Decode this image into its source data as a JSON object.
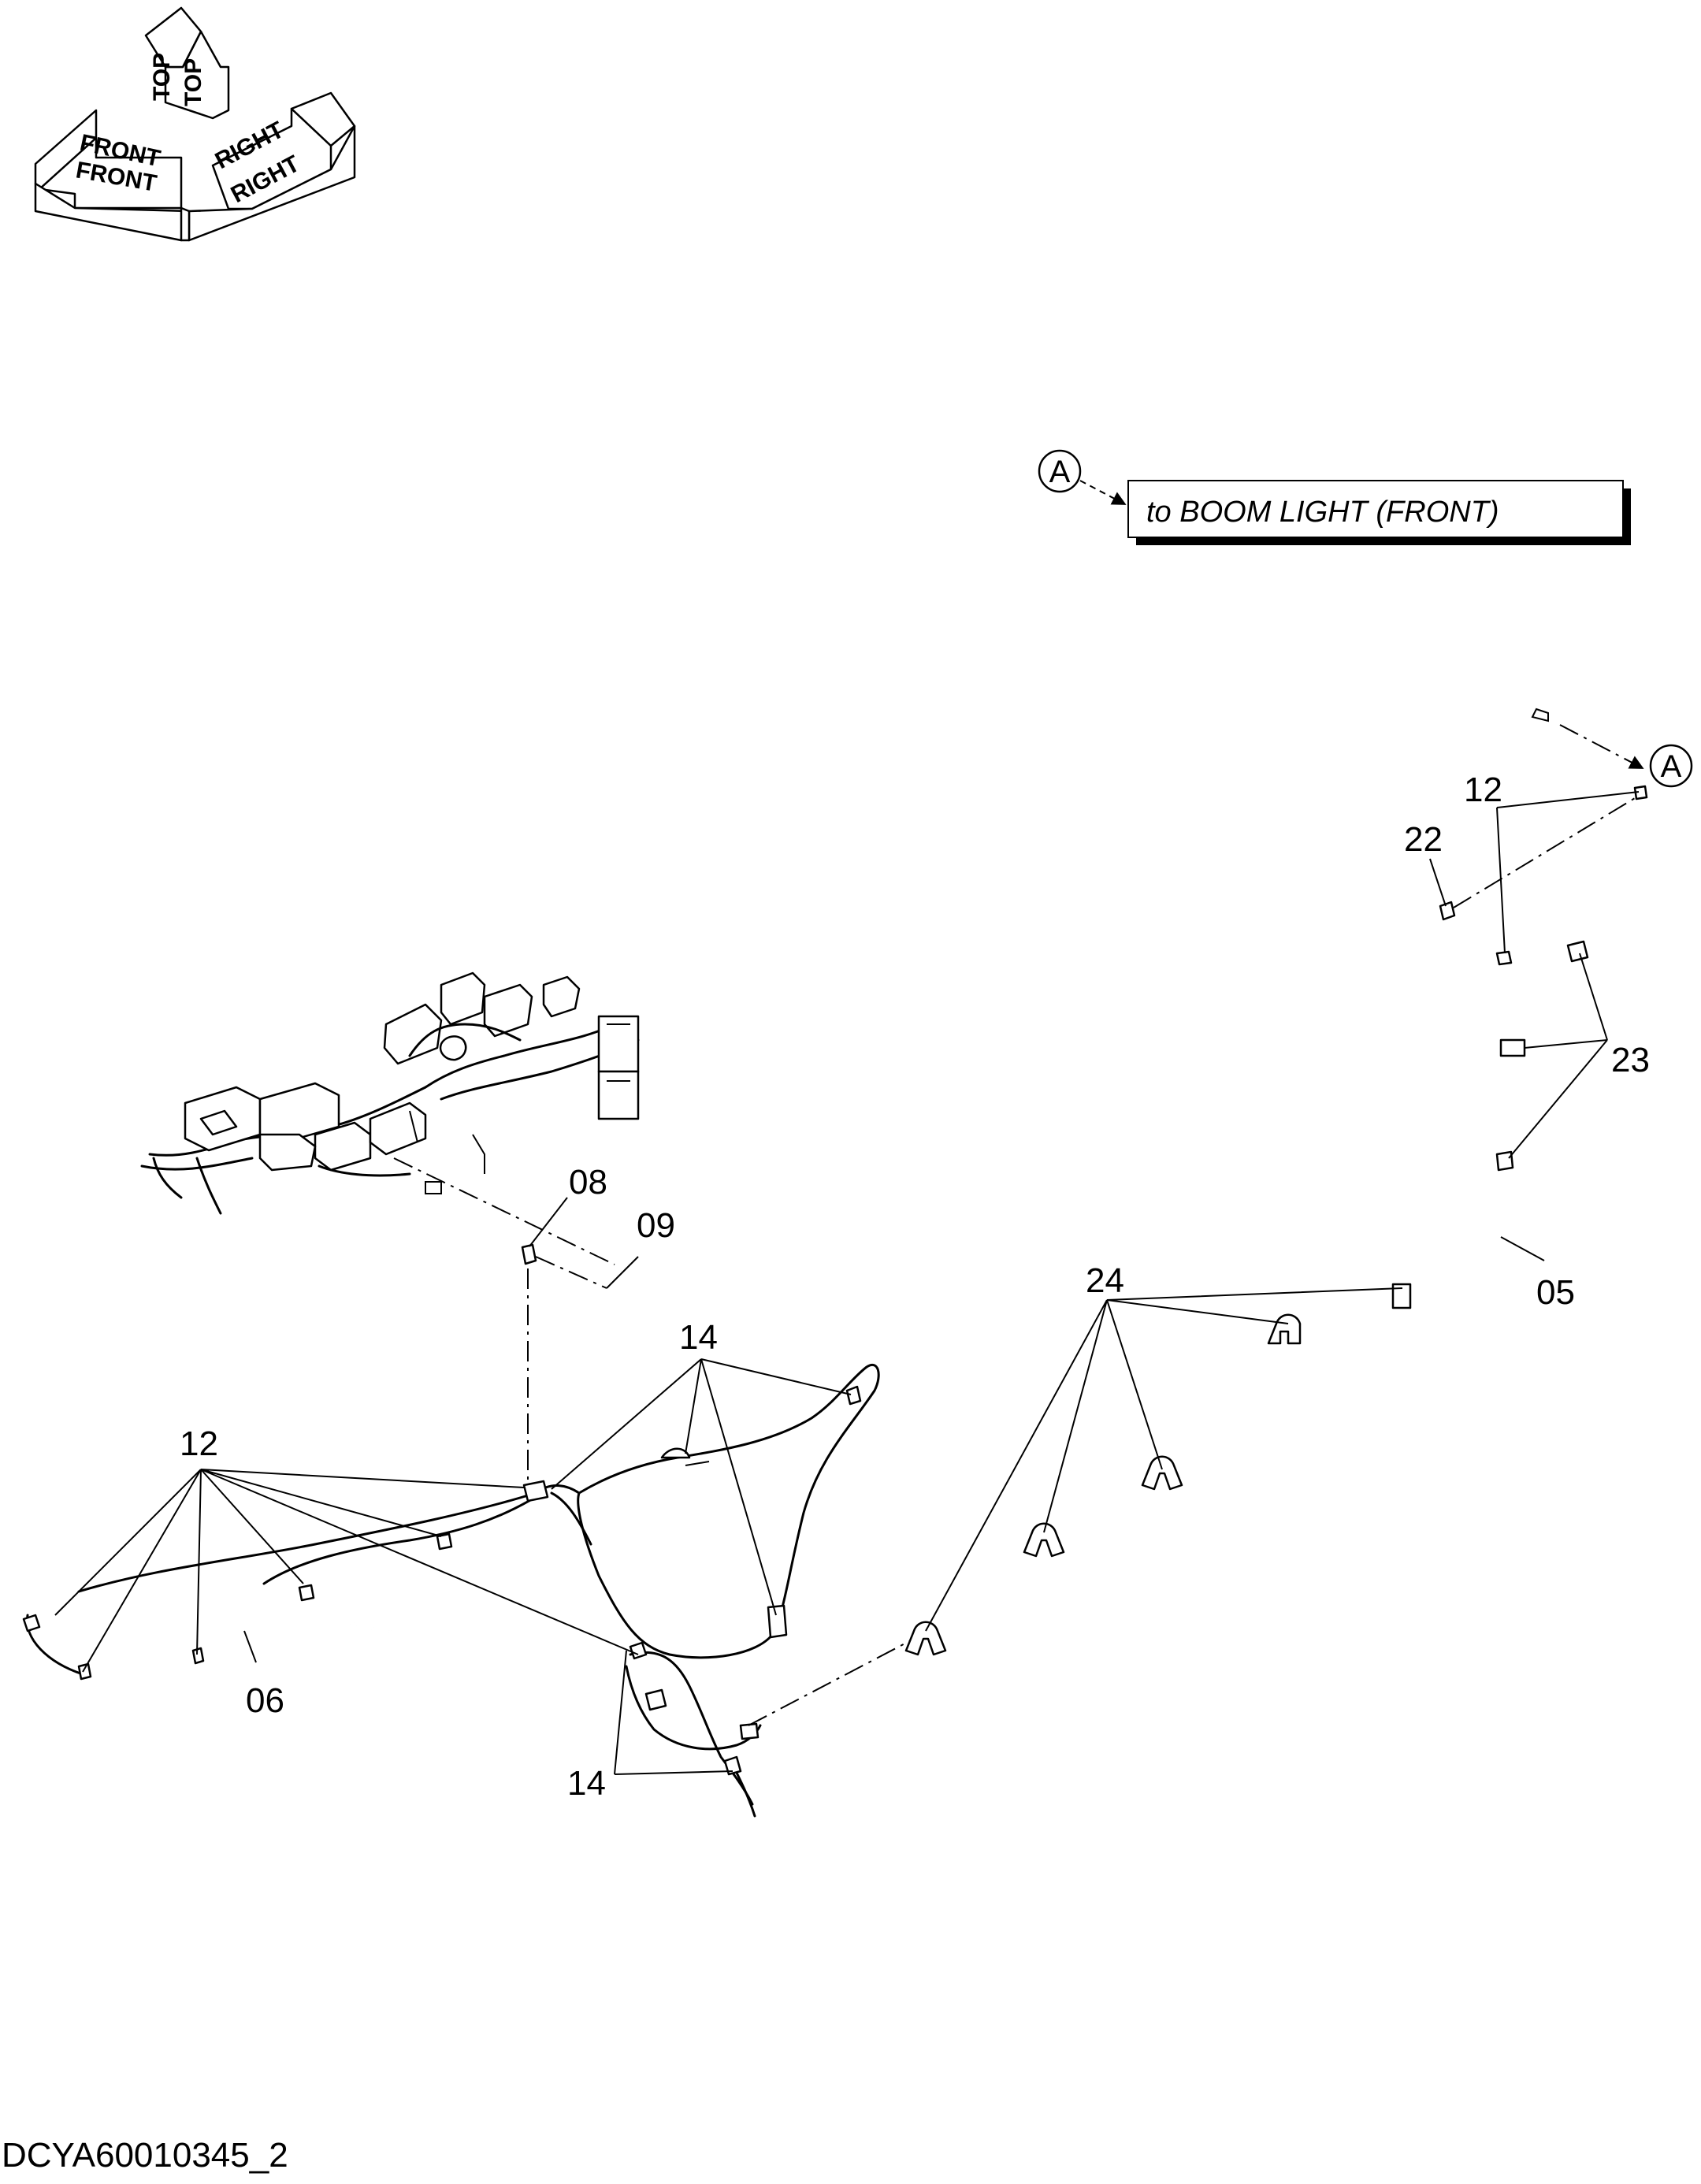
{
  "orientation": {
    "front_upper": "FRONT",
    "front_lower": "FRONT",
    "top_left": "TOP",
    "top_right": "TOP",
    "right_upper": "RIGHT",
    "right_lower": "RIGHT"
  },
  "callout": {
    "ref_letter": "A",
    "text": "to BOOM LIGHT (FRONT)"
  },
  "labels": {
    "p05": "05",
    "p06": "06",
    "p08": "08",
    "p09": "09",
    "p12_left": "12",
    "p12_right": "12",
    "p14_top": "14",
    "p14_bottom": "14",
    "p22": "22",
    "p23": "23",
    "p24": "24",
    "ref_a": "A"
  },
  "document_id": "DCYA60010345_2"
}
